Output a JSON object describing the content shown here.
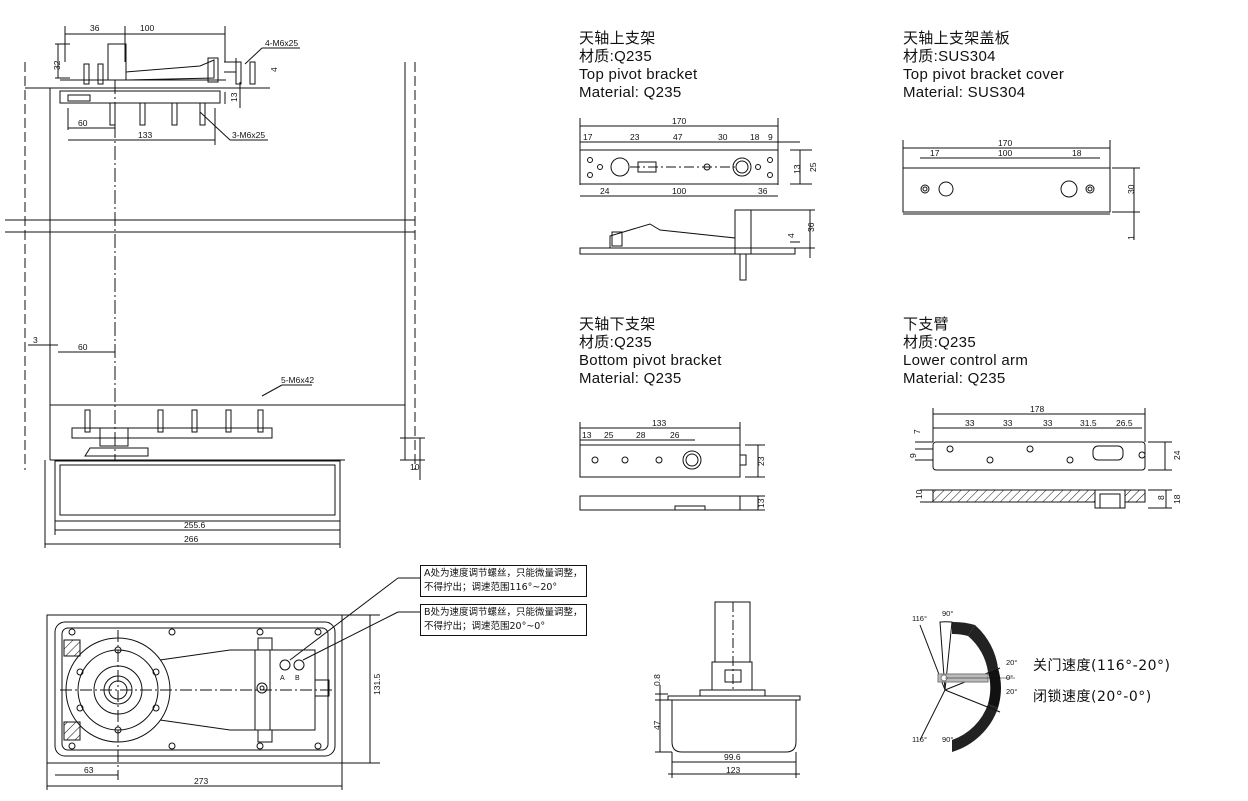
{
  "labels": {
    "top_bracket": {
      "cn": "天轴上支架",
      "mat_cn": "材质:Q235",
      "en": "Top pivot bracket",
      "mat_en": "Material: Q235"
    },
    "top_cover": {
      "cn": "天轴上支架盖板",
      "mat_cn": "材质:SUS304",
      "en": "Top pivot bracket cover",
      "mat_en": "Material: SUS304"
    },
    "bottom_bracket": {
      "cn": "天轴下支架",
      "mat_cn": "材质:Q235",
      "en": "Bottom pivot bracket",
      "mat_en": "Material: Q235"
    },
    "lower_arm": {
      "cn": "下支臂",
      "mat_cn": "材质:Q235",
      "en": "Lower control arm",
      "mat_en": "Material: Q235"
    }
  },
  "notes": {
    "a": {
      "line1": "A处为速度调节螺丝，只能微量调整，",
      "line2": "不得拧出；调速范围116°~20°"
    },
    "b": {
      "line1": "B处为速度调节螺丝，只能微量调整，",
      "line2": "不得拧出；调速范围20°~0°"
    }
  },
  "speed": {
    "close": "关门速度(116°-20°)",
    "latch": "闭锁速度(20°-0°)",
    "angles": {
      "a116_top": "116°",
      "a90_top": "90°",
      "a20_top": "20°",
      "a0": "0°",
      "a20_bot": "20°",
      "a116_bot": "116°",
      "a90_bot": "90°"
    }
  },
  "dims": {
    "asm_36": "36",
    "asm_100": "100",
    "asm_32": "32",
    "asm_4m6": "4-M6x25",
    "asm_4": "4",
    "asm_13": "13",
    "asm_60a": "60",
    "asm_133": "133",
    "asm_3m6": "3-M6x25",
    "asm_3": "3",
    "asm_60b": "60",
    "asm_5m6": "5-M6x42",
    "asm_10": "10",
    "asm_2556": "255.6",
    "asm_266": "266",
    "tb_170": "170",
    "tb_17": "17",
    "tb_23": "23",
    "tb_47": "47",
    "tb_30": "30",
    "tb_18": "18",
    "tb_9": "9",
    "tb_13": "13",
    "tb_25": "25",
    "tb_24": "24",
    "tb_100": "100",
    "tb_36a": "36",
    "tb_4": "4",
    "tb_36b": "36",
    "tc_170": "170",
    "tc_17": "17",
    "tc_100": "100",
    "tc_18": "18",
    "tc_30": "30",
    "tc_1": "1",
    "bb_133": "133",
    "bb_13": "13",
    "bb_25": "25",
    "bb_28": "28",
    "bb_26": "26",
    "bb_23": "23",
    "bb_13b": "13",
    "la_178": "178",
    "la_7": "7",
    "la_33a": "33",
    "la_33b": "33",
    "la_33c": "33",
    "la_315": "31.5",
    "la_265": "26.5",
    "la_9": "9",
    "la_24": "24",
    "la_10": "10",
    "la_8": "8",
    "la_18": "18",
    "pl_1315": "131.5",
    "pl_63": "63",
    "pl_273": "273",
    "pl_a": "A",
    "pl_b": "B",
    "sv_08": "0.8",
    "sv_47": "47",
    "sv_996": "99.6",
    "sv_123": "123"
  }
}
